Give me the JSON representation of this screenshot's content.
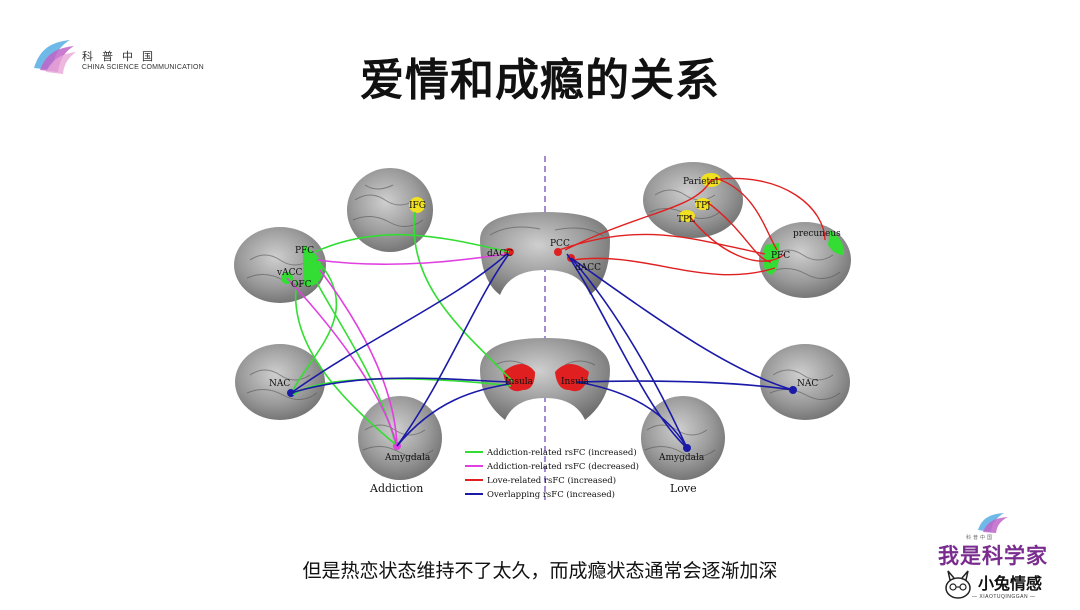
{
  "header": {
    "logo_cn": "科普中国",
    "logo_en": "CHINA SCIENCE COMMUNICATION",
    "title": "爱情和成瘾的关系"
  },
  "diagram": {
    "regions": {
      "ifg": "IFG",
      "pfc_left": "PFC",
      "vacc": "vACC",
      "ofc": "OFC",
      "dacc_left": "dACC",
      "pcc": "PCC",
      "dacc_right": "dACC",
      "parietal": "Parietal",
      "tpj": "TPJ",
      "tpl": "TPL",
      "precuneus": "precuneus",
      "pfc_right": "PFC",
      "nac_left": "NAC",
      "nac_right": "NAC",
      "insula_left": "Insula",
      "insula_right": "Insula",
      "amygdala_left": "Amygdala",
      "amygdala_right": "Amygdala"
    },
    "side_labels": {
      "addiction": "Addiction",
      "love": "Love"
    },
    "legend": [
      {
        "label": "Addiction-related rsFC (increased)",
        "color": "#33dd33"
      },
      {
        "label": "Addiction-related rsFC (decreased)",
        "color": "#e040e0"
      },
      {
        "label": "Love-related rsFC (increased)",
        "color": "#e02020"
      },
      {
        "label": "Overlapping rsFC (increased)",
        "color": "#1a1aa8"
      }
    ]
  },
  "subtitle": "但是热恋状态维持不了太久，而成瘾状态通常会逐渐加深",
  "brand": {
    "small_cn": "科普中国",
    "main": "我是科学家",
    "sub": "小兔情感",
    "pinyin": "— XIAOTUQINGGAN —"
  }
}
